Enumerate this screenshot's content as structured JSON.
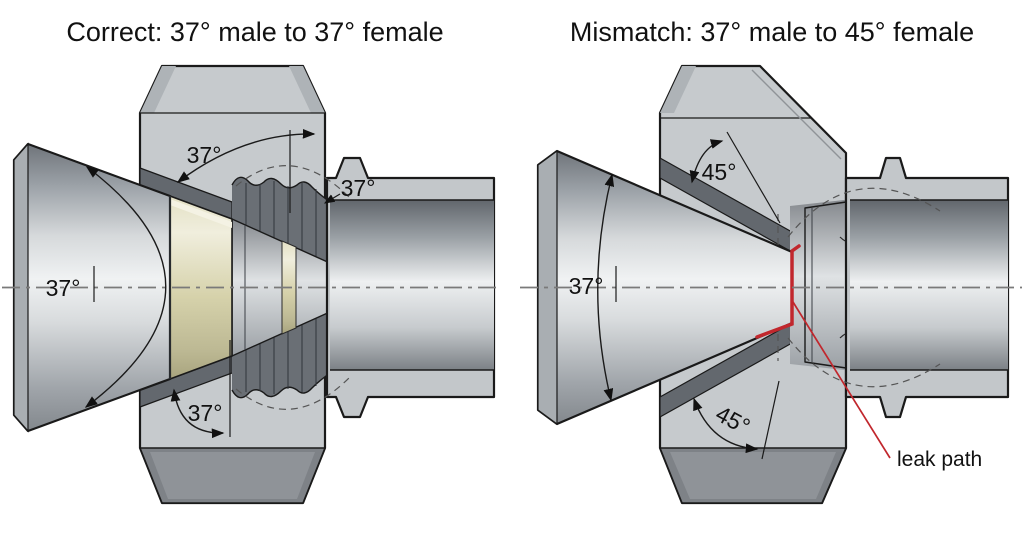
{
  "figure": {
    "description": "Cross-section comparison of 37-degree flare fitting seating",
    "colors": {
      "leak_red": "#c1272d",
      "flare_brass": "#d6d2ab",
      "steel_light": "#eef0f1",
      "steel_mid": "#c6cacd",
      "steel_dark": "#63686e",
      "outline": "#1a1a1a",
      "centerline_gray": "#7a7a7a"
    }
  },
  "panels": [
    {
      "id": "correct",
      "title": "Correct: 37° male to 37° female",
      "labels": {
        "dim_top": "37°",
        "dim_seat": "37°",
        "dim_cone": "37°",
        "dim_bottom": "37°"
      }
    },
    {
      "id": "mismatch",
      "title": "Mismatch: 37° male to 45° female",
      "labels": {
        "dim_top": "45°",
        "dim_cone": "37°",
        "dim_bottom": "45°",
        "leak": "leak path"
      }
    }
  ]
}
